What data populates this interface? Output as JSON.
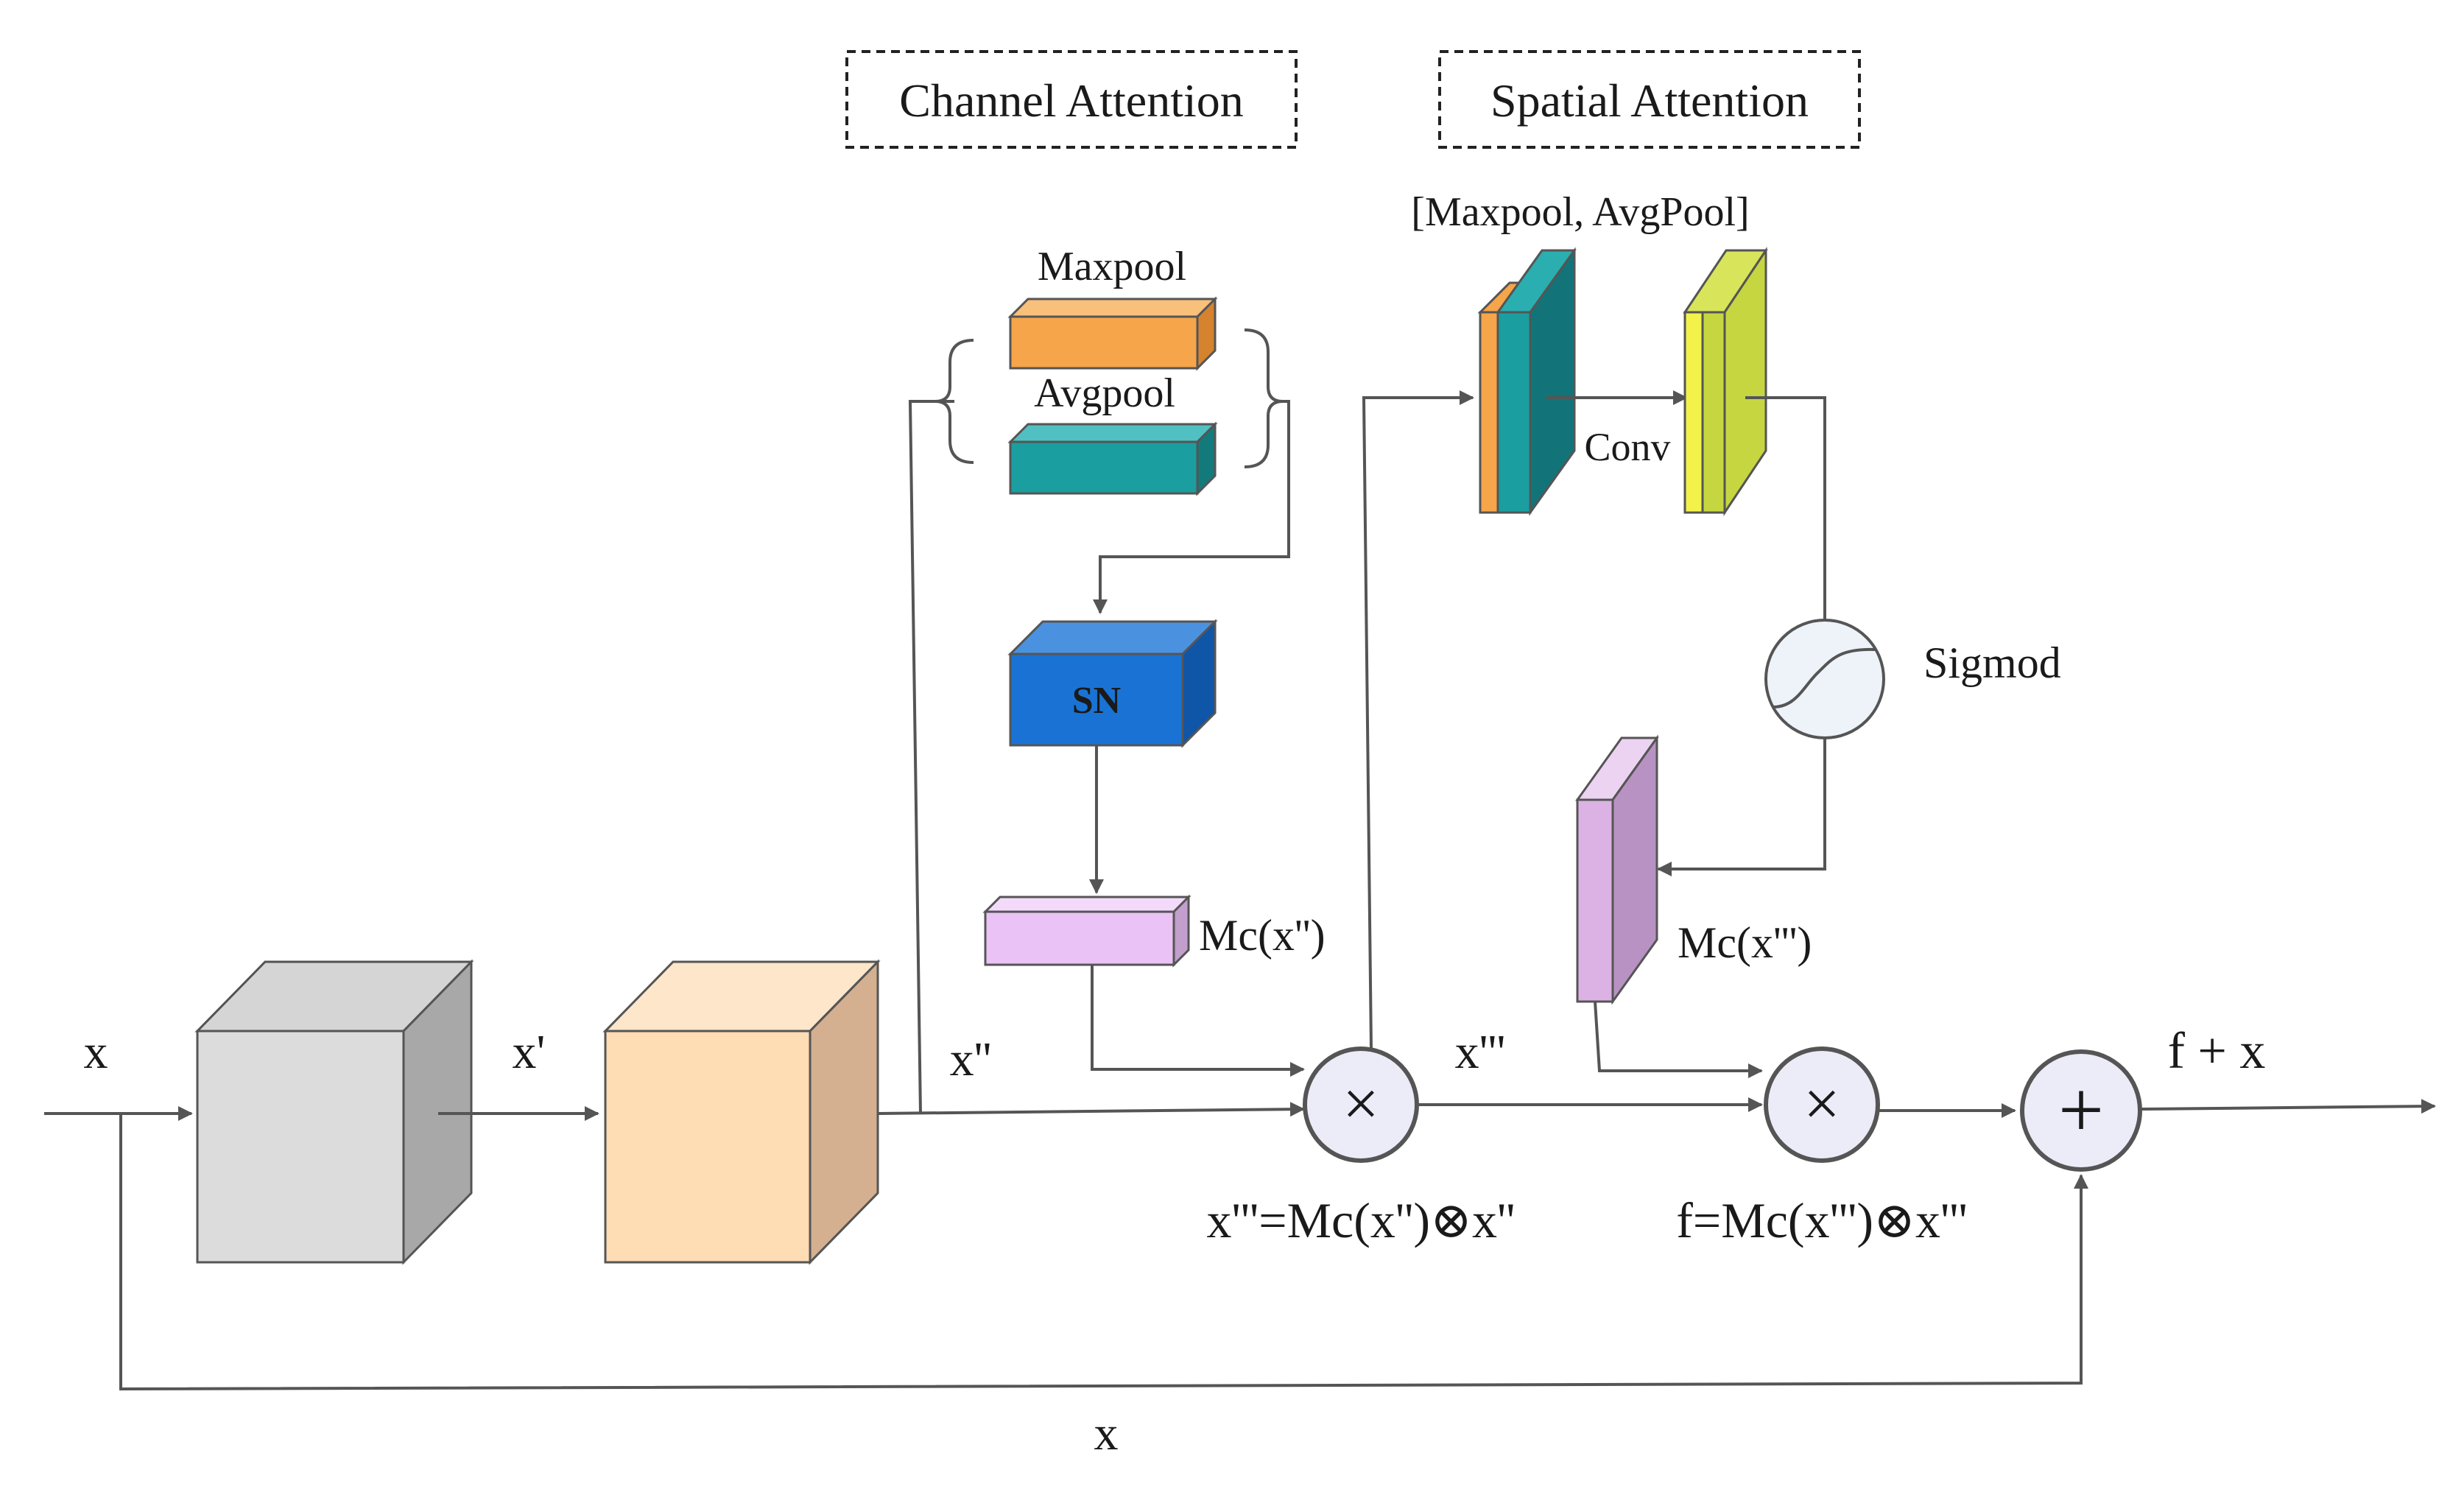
{
  "labels": {
    "channel_attention": "Channel Attention",
    "spatial_attention": "Spatial Attention",
    "maxpool": "Maxpool",
    "avgpool": "Avgpool",
    "sn": "SN",
    "mc_x2": "Mc(x'')",
    "mc_x3": "Mc(x''')",
    "maxpool_avgpool": "[Maxpool, AvgPool]",
    "conv": "Conv",
    "sigmod": "Sigmod",
    "x_in": "x",
    "x1": "x'",
    "x2": "x''",
    "x3": "x'''",
    "f_plus_x": "f + x",
    "eq_x3": "x'''=Mc(x'')⊗x''",
    "eq_f": "f=Mc(x''')⊗x'''",
    "x_skip": "x"
  },
  "operators": {
    "multiply": "×",
    "add": "+"
  },
  "colors": {
    "gray_cube": "#dcdcdc",
    "peach_cube": "#fedcb4",
    "maxpool_orange": "#f6a54a",
    "avgpool_teal": "#1a9ea0",
    "sn_blue": "#1a73d4",
    "mc_pink": "#ebc2f5",
    "conv_yellow": "#c6d640",
    "spatial_mc_pink": "#dcb2e4",
    "operator_fill": "#ecebf8",
    "line": "#555555"
  }
}
